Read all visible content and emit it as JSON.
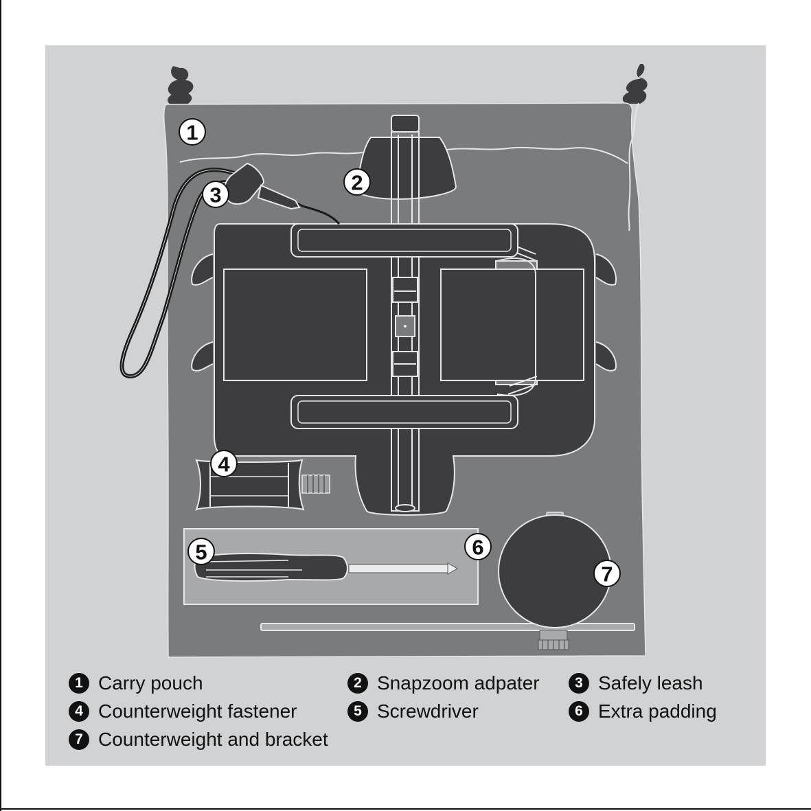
{
  "colors": {
    "panel_bg": "#d1d2d4",
    "pouch": "#7a7b7d",
    "device_dark": "#3d3d3f",
    "outline": "#e6e7e8",
    "text": "#111111"
  },
  "callouts": [
    {
      "num": "1",
      "label": "Carry pouch"
    },
    {
      "num": "2",
      "label": "Snapzoom adpater"
    },
    {
      "num": "3",
      "label": "Safely leash"
    },
    {
      "num": "4",
      "label": "Counterweight fastener"
    },
    {
      "num": "5",
      "label": "Screwdriver"
    },
    {
      "num": "6",
      "label": "Extra padding"
    },
    {
      "num": "7",
      "label": "Counterweight and bracket"
    }
  ]
}
